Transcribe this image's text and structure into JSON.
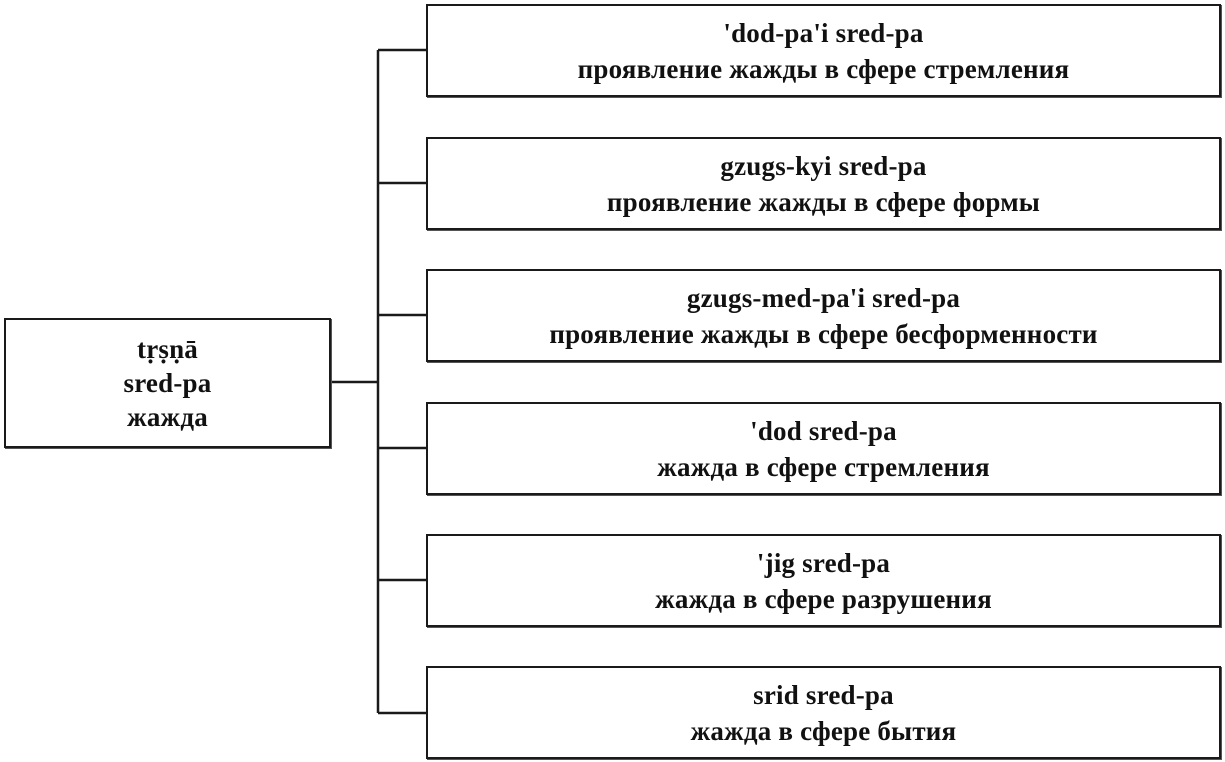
{
  "root": {
    "lines": [
      "tṛṣṇā",
      "sred-pa",
      "жажда"
    ]
  },
  "children": [
    {
      "lines": [
        "'dod-pa'i sred-pa",
        "проявление жажды в сфере стремления"
      ]
    },
    {
      "lines": [
        "gzugs-kyi sred-pa",
        "проявление жажды в сфере формы"
      ]
    },
    {
      "lines": [
        "gzugs-med-pa'i sred-pa",
        "проявление жажды в сфере бесформенности"
      ]
    },
    {
      "lines": [
        "'dod sred-pa",
        "жажда в сфере стремления"
      ]
    },
    {
      "lines": [
        "'jig sred-pa",
        "жажда в сфере разрушения"
      ]
    },
    {
      "lines": [
        "srid sred-pa",
        "жажда в сфере бытия"
      ]
    }
  ]
}
